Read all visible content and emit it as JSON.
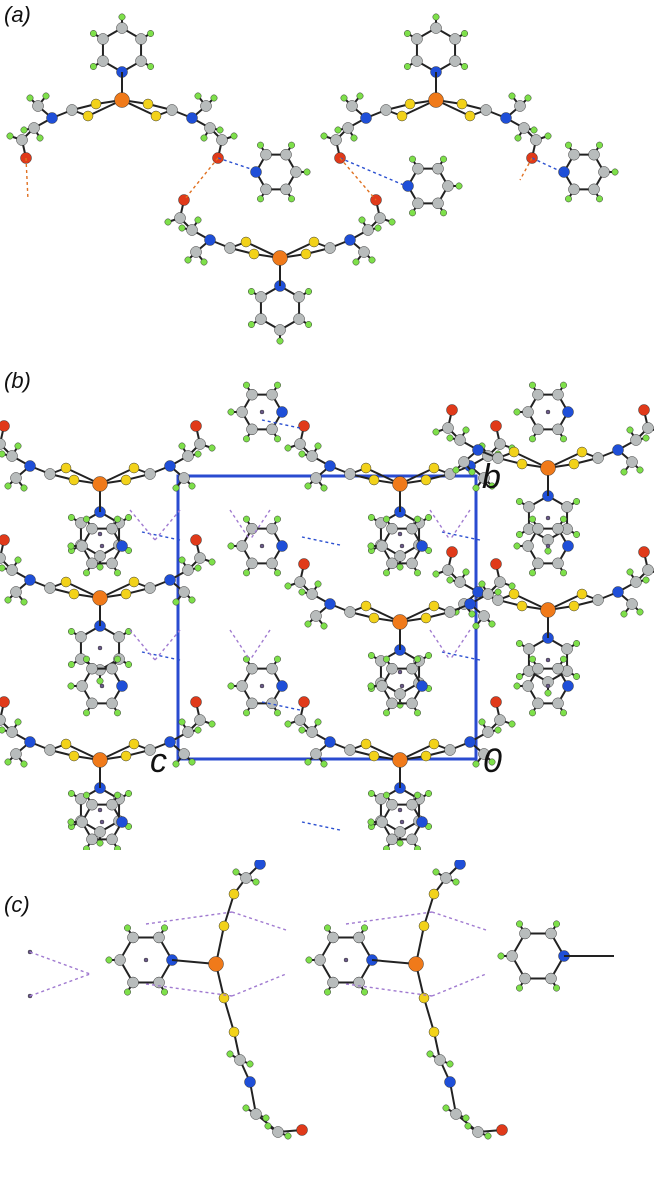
{
  "panels": [
    {
      "label": "(a)"
    },
    {
      "label": "(b)",
      "axis_labels": {
        "b": "b",
        "c": "c",
        "origin": "0"
      }
    },
    {
      "label": "(c)"
    }
  ],
  "colors": {
    "carbon": "#b8bcbc",
    "hydrogen": "#7ee04a",
    "nitrogen": "#1f4fd8",
    "oxygen": "#e03a1a",
    "sulfur": "#f2d21a",
    "metal": "#f07a1a",
    "hbond_blue": "#2a4fd0",
    "hbond_orange": "#e07020",
    "contact_purple": "#a07ad0",
    "unit_cell": "#2a4bd0",
    "bond": "#222222"
  }
}
